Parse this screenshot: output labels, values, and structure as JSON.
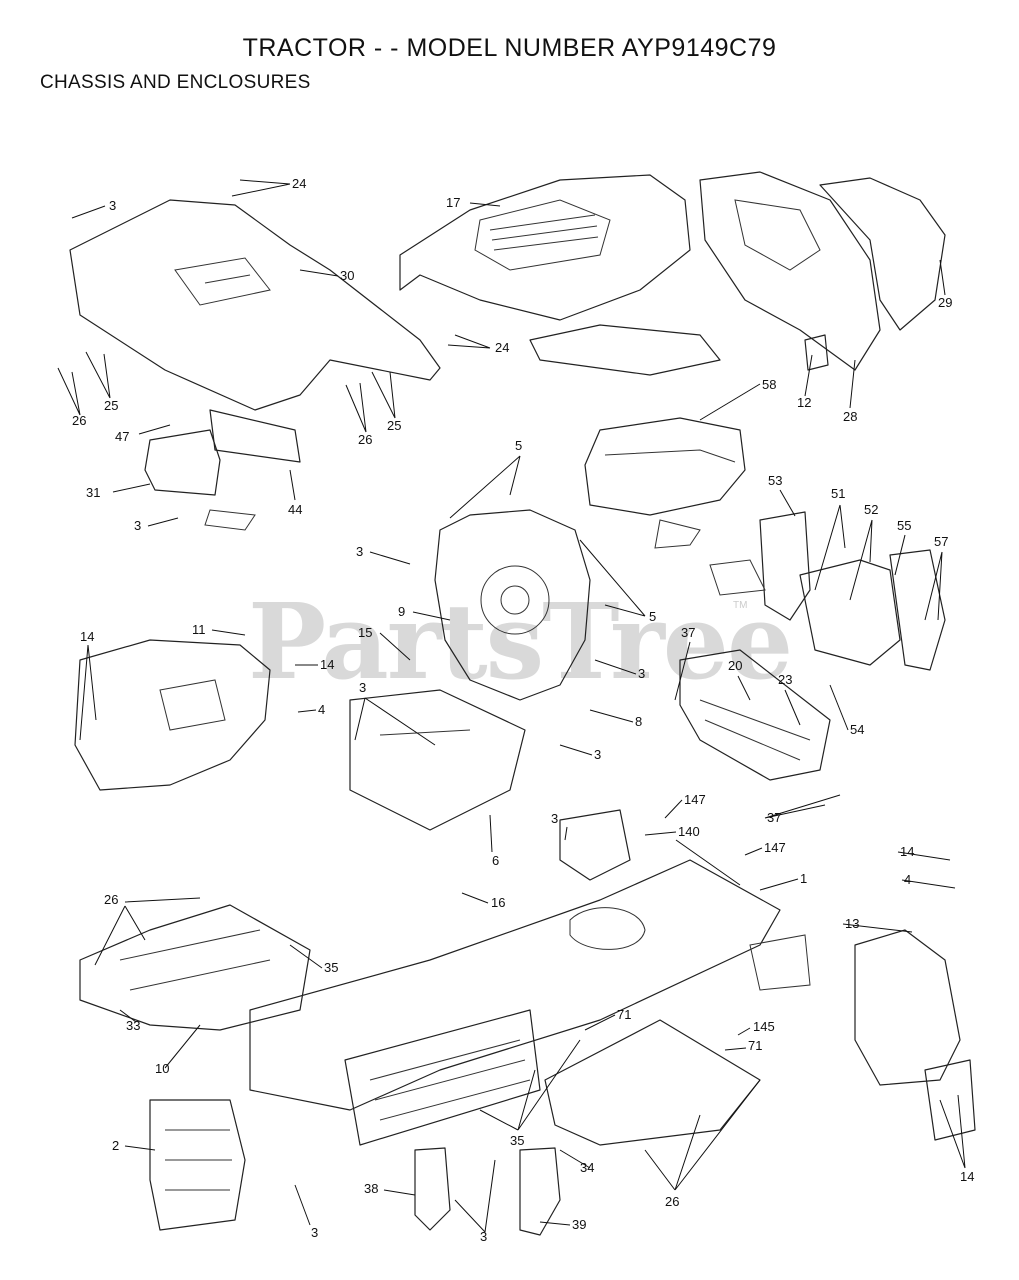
{
  "title": "TRACTOR - - MODEL NUMBER AYP9149C79",
  "subtitle": "CHASSIS AND ENCLOSURES",
  "watermark": "PartsTree",
  "watermark_tm": "TM",
  "callouts": [
    "3",
    "24",
    "17",
    "30",
    "29",
    "24",
    "26",
    "25",
    "26",
    "25",
    "12",
    "28",
    "47",
    "58",
    "31",
    "44",
    "3",
    "5",
    "53",
    "51",
    "52",
    "55",
    "57",
    "3",
    "9",
    "5",
    "11",
    "15",
    "14",
    "14",
    "4",
    "37",
    "3",
    "20",
    "23",
    "54",
    "3",
    "8",
    "3",
    "6",
    "147",
    "140",
    "147",
    "1",
    "37",
    "14",
    "4",
    "3",
    "13",
    "26",
    "16",
    "35",
    "33",
    "10",
    "71",
    "145",
    "71",
    "35",
    "2",
    "34",
    "26",
    "38",
    "3",
    "39",
    "3",
    "14"
  ]
}
